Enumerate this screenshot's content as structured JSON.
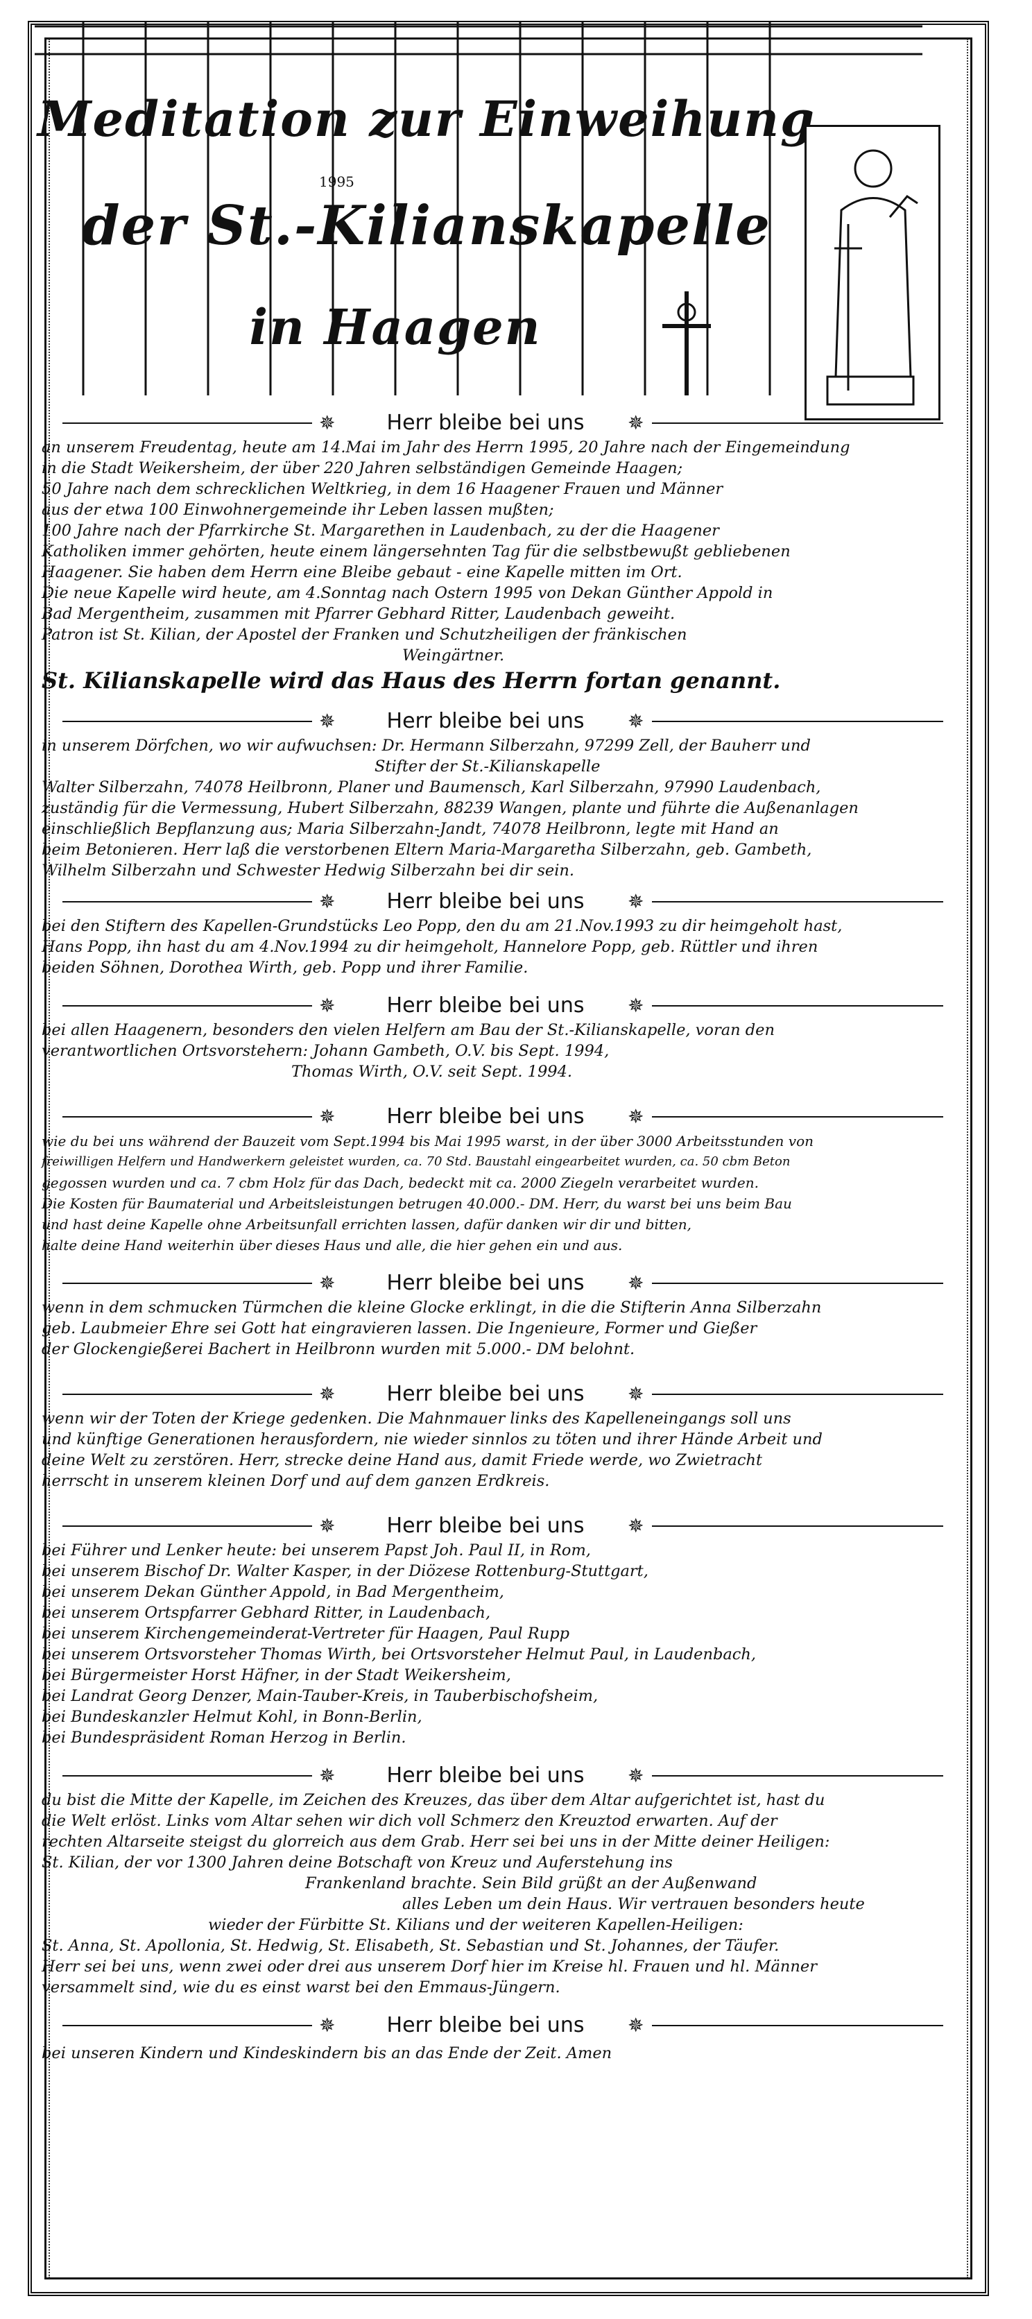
{
  "title": {
    "line1": "Meditation zur Einweihung",
    "line2": "der St.-Kilianskapelle",
    "line3": "in Haagen"
  },
  "header_year": "1995",
  "refrain": "Herr bleibe bei uns",
  "sections": [
    {
      "lines": [
        "an unserem Freudentag, heute am 14.Mai im Jahr des Herrn 1995, 20 Jahre nach der Eingemeindung",
        "in die Stadt Weikersheim, der über 220 Jahren selbständigen Gemeinde Haagen;",
        "50 Jahre nach dem schrecklichen Weltkrieg, in dem 16 Haagener Frauen und Männer",
        "aus der etwa 100 Einwohnergemeinde ihr Leben lassen mußten;",
        "100 Jahre nach der Pfarrkirche St. Margarethen in Laudenbach, zu der die Haagener",
        "Katholiken immer gehörten, heute einem längersehnten Tag für die selbstbewußt gebliebenen",
        "Haagener. Sie haben dem Herrn eine Bleibe gebaut - eine Kapelle mitten im Ort.",
        "Die neue Kapelle wird heute, am 4.Sonntag nach Ostern 1995 von Dekan Günther Appold in",
        "Bad Mergentheim, zusammen mit Pfarrer Gebhard Ritter, Laudenbach geweiht.",
        "Patron ist St. Kilian, der Apostel der Franken und Schutzheiligen der fränkischen",
        "Weingärtner.",
        "St. Kilianskapelle wird das Haus des Herrn fortan genannt."
      ]
    },
    {
      "lines": [
        "in unserem Dörfchen, wo wir aufwuchsen: Dr. Hermann Silberzahn, 97299 Zell, der Bauherr und",
        "Stifter der St.-Kilianskapelle",
        "Walter Silberzahn, 74078 Heilbronn, Planer und Baumensch, Karl Silberzahn, 97990 Laudenbach,",
        "zuständig für die Vermessung, Hubert Silberzahn, 88239 Wangen, plante und führte die Außenanlagen",
        "einschließlich Bepflanzung aus; Maria Silberzahn-Jandt, 74078 Heilbronn, legte mit Hand an",
        "beim Betonieren. Herr laß die verstorbenen Eltern Maria-Margaretha Silberzahn, geb. Gambeth,",
        "Wilhelm Silberzahn und Schwester Hedwig Silberzahn bei dir sein."
      ]
    },
    {
      "lines": [
        "bei den Stiftern des Kapellen-Grundstücks Leo Popp, den du am 21.Nov.1993 zu dir heimgeholt hast,",
        "Hans Popp, ihn hast du am 4.Nov.1994 zu dir heimgeholt, Hannelore Popp, geb. Rüttler und ihren",
        "beiden Söhnen, Dorothea Wirth, geb. Popp und ihrer Familie."
      ]
    },
    {
      "lines": [
        "bei allen Haagenern, besonders den vielen Helfern am Bau der St.-Kilianskapelle, voran den",
        "verantwortlichen Ortsvorstehern: Johann Gambeth, O.V. bis Sept. 1994,",
        "Thomas Wirth, O.V. seit Sept. 1994."
      ]
    },
    {
      "lines": [
        "wie du bei uns während der Bauzeit vom Sept.1994 bis Mai 1995 warst, in der über 3000 Arbeitsstunden von",
        "freiwilligen Helfern und Handwerkern geleistet wurden, ca. 70 Std. Baustahl eingearbeitet wurden, ca. 50 cbm Beton",
        "gegossen wurden und ca. 7 cbm Holz für das Dach, bedeckt mit ca. 2000 Ziegeln verarbeitet wurden.",
        "Die Kosten für Baumaterial und Arbeitsleistungen betrugen 40.000.- DM. Herr, du warst bei uns beim Bau",
        "und hast deine Kapelle ohne Arbeitsunfall errichten lassen, dafür danken wir dir und bitten,",
        "halte deine Hand weiterhin über dieses Haus und alle, die hier gehen ein und aus."
      ]
    },
    {
      "lines": [
        "wenn in dem schmucken Türmchen die kleine Glocke erklingt, in die die Stifterin Anna Silberzahn",
        "geb. Laubmeier Ehre sei Gott hat eingravieren lassen. Die Ingenieure, Former und Gießer",
        "der Glockengießerei Bachert in Heilbronn wurden mit 5.000.- DM belohnt."
      ]
    },
    {
      "lines": [
        "wenn wir der Toten der Kriege gedenken. Die Mahnmauer links des Kapelleneingangs soll uns",
        "und künftige Generationen herausfordern, nie wieder sinnlos zu töten und ihrer Hände Arbeit und",
        "deine Welt zu zerstören. Herr, strecke deine Hand aus, damit Friede werde, wo Zwietracht",
        "herrscht in unserem kleinen Dorf und auf dem ganzen Erdkreis."
      ]
    },
    {
      "lines": [
        "bei Führer und Lenker heute: bei unserem Papst Joh. Paul II, in Rom,",
        "bei unserem Bischof Dr. Walter Kasper, in der Diözese Rottenburg-Stuttgart,",
        "bei unserem Dekan Günther Appold, in Bad Mergentheim,",
        "bei unserem Ortspfarrer Gebhard Ritter, in Laudenbach,",
        "bei unserem Kirchengemeinderat-Vertreter für Haagen, Paul Rupp",
        "bei unserem Ortsvorsteher Thomas Wirth, bei Ortsvorsteher Helmut Paul, in Laudenbach,",
        "bei Bürgermeister Horst Häfner, in der Stadt Weikersheim,",
        "bei Landrat Georg Denzer, Main-Tauber-Kreis, in Tauberbischofsheim,",
        "bei Bundeskanzler Helmut Kohl, in Bonn-Berlin,",
        "bei Bundespräsident Roman Herzog in Berlin."
      ]
    },
    {
      "lines": [
        "du bist die Mitte der Kapelle, im Zeichen des Kreuzes, das über dem Altar aufgerichtet ist, hast du",
        "die Welt erlöst. Links vom Altar sehen wir dich voll Schmerz den Kreuztod erwarten. Auf der",
        "rechten Altarseite steigst du glorreich aus dem Grab. Herr sei bei uns in der Mitte deiner Heiligen:",
        "St. Kilian, der vor 1300 Jahren deine Botschaft von Kreuz und Auferstehung ins",
        "Frankenland brachte. Sein Bild grüßt an der Außenwand",
        "alles Leben um dein Haus. Wir vertrauen besonders heute",
        "wieder der Fürbitte St. Kilians und der weiteren Kapellen-Heiligen:",
        "St. Anna, St. Apollonia, St. Hedwig, St. Elisabeth, St. Sebastian und St. Johannes, der Täufer.",
        "Herr sei bei uns, wenn zwei oder drei aus unserem Dorf hier im Kreise hl. Frauen und hl. Männer",
        "versammelt sind, wie du es einst warst bei den Emmaus-Jüngern."
      ]
    },
    {
      "lines": [
        "bei unseren Kindern und Kindeskindern bis an das Ende der Zeit. Amen"
      ]
    }
  ]
}
